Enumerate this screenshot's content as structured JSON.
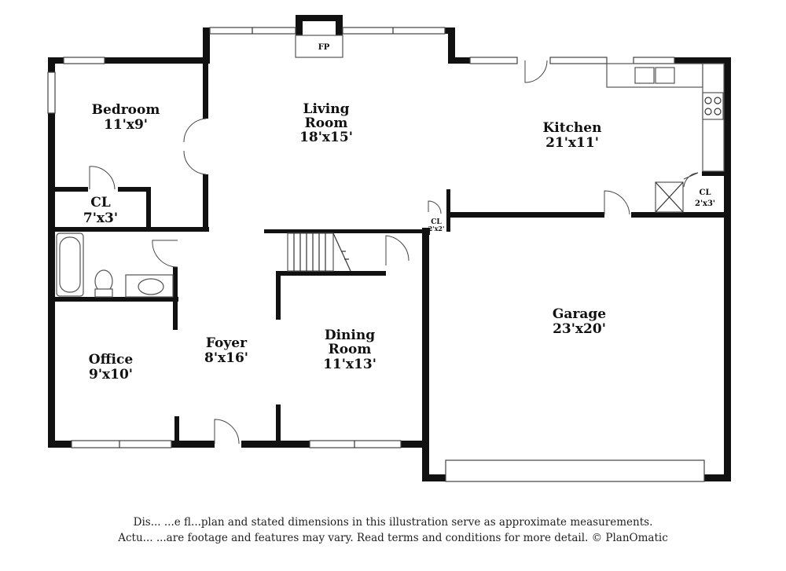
{
  "rooms": {
    "bedroom": {
      "name": "Bedroom",
      "dims": "11'x9'"
    },
    "living": {
      "name1": "Living",
      "name2": "Room",
      "dims": "18'x15'"
    },
    "kitchen": {
      "name": "Kitchen",
      "dims": "21'x11'"
    },
    "cl1": {
      "name": "CL",
      "dims": "7'x3'"
    },
    "cl2": {
      "name": "CL",
      "dims": "2'x2'"
    },
    "cl3": {
      "name": "CL",
      "dims": "2'x3'"
    },
    "garage": {
      "name": "Garage",
      "dims": "23'x20'"
    },
    "foyer": {
      "name": "Foyer",
      "dims": "8'x16'"
    },
    "dining": {
      "name1": "Dining",
      "name2": "Room",
      "dims": "11'x13'"
    },
    "office": {
      "name": "Office",
      "dims": "9'x10'"
    },
    "fireplace": {
      "name": "FP"
    }
  },
  "disclaimer": {
    "line1": "Dis...  ...e fl...plan and stated dimensions in this illustration serve as approximate measurements.",
    "line2": "Actu...  ...are footage and features may vary. Read terms and conditions for more detail. © PlanOmatic"
  }
}
